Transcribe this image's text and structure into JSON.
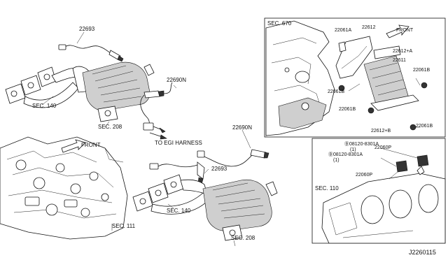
{
  "diagram": {
    "part_numbers": {
      "sensor_upper": "22693",
      "sensor_rh": "22690N",
      "sensor_lh": "22690N",
      "sensor_lower": "22693",
      "bracket_a": "22061A",
      "bracket_main": "22612",
      "bracket_plus_a": "22612+A",
      "controller": "22611",
      "bolt_b_left": "22061B",
      "bolt_b_right_top": "22061B",
      "bolt_b_center": "22061B",
      "bolt_b_right_bottom": "22061B",
      "bracket_plus_b": "22612+B",
      "bolt_1": "Ⓑ08120-8301A",
      "bolt_1_qty": "(1)",
      "bolt_2": "Ⓑ08120-8301A",
      "bolt_2_qty": "(1)",
      "sensor_p_top": "22060P",
      "sensor_p_bottom": "22060P"
    },
    "section_refs": {
      "sec_140_upper": "SEC. 140",
      "sec_208_upper": "SEC. 208",
      "sec_670": "SEC. 670",
      "sec_140_lower": "SEC. 140",
      "sec_208_lower": "SEC. 208",
      "sec_111": "SEC. 111",
      "sec_110": "SEC. 110"
    },
    "annotations": {
      "to_egi_harness": "TO EGI HARNESS",
      "front_left": "FRONT",
      "front_right": "FRONT"
    },
    "footer": {
      "drawing_id": "J2260115"
    }
  }
}
